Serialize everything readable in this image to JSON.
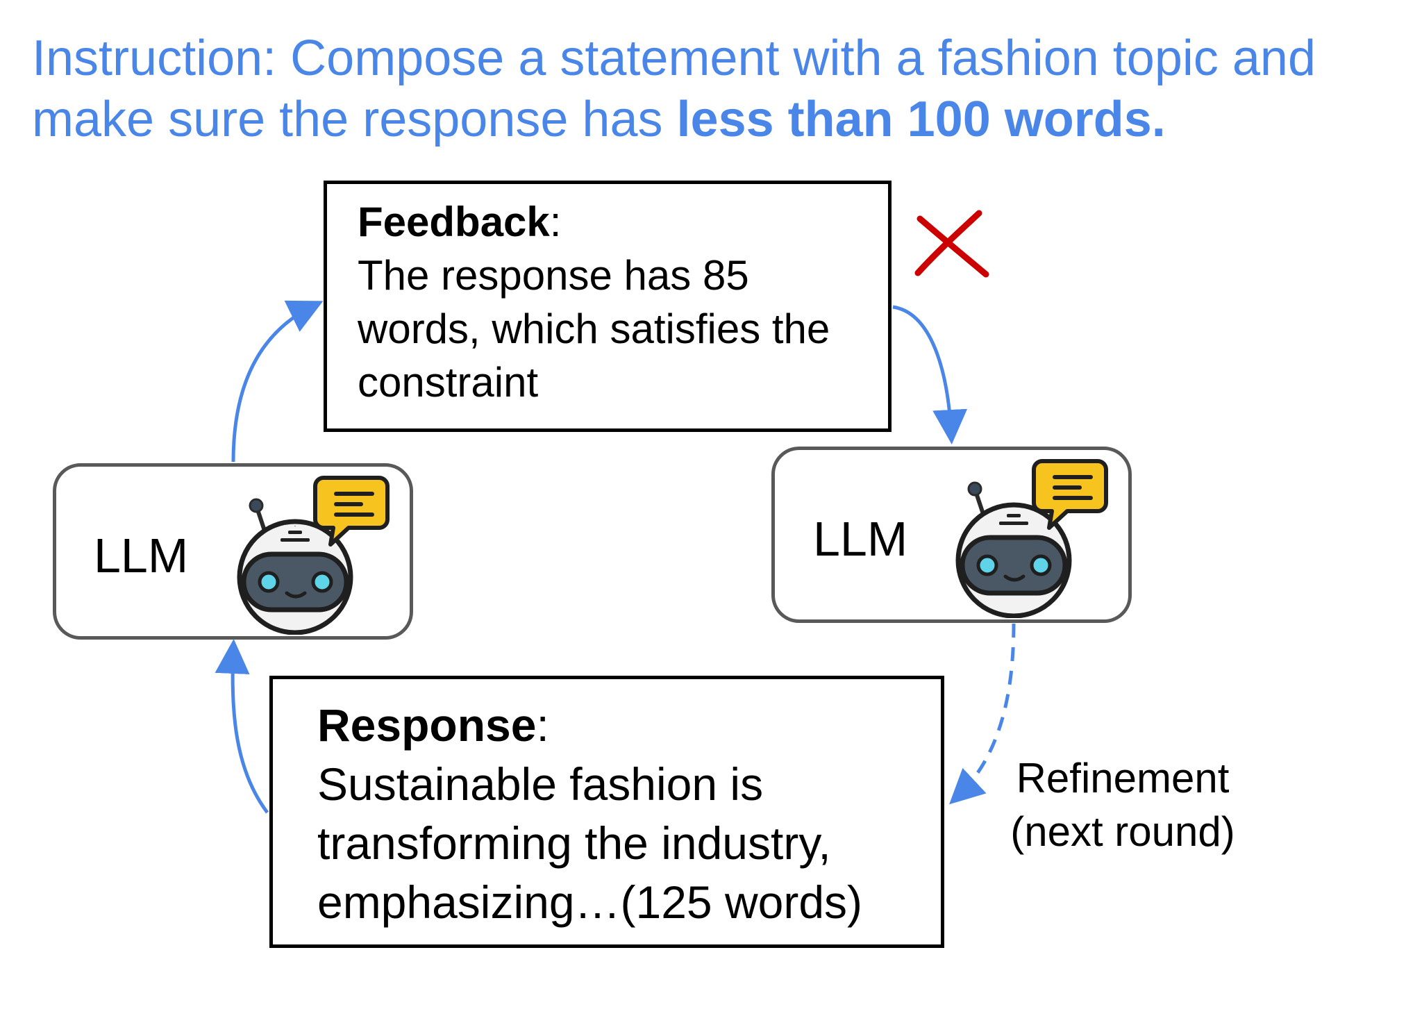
{
  "instruction": {
    "prefix": "Instruction: Compose a statement with a fashion topic and make sure the response has ",
    "emphasis": "less than 100 words."
  },
  "feedback": {
    "heading": "Feedback",
    "colon": ":",
    "body": "The response has 85 words, which satisfies the constraint",
    "verdict_icon": "red-x-mark"
  },
  "llm_left": {
    "label": "LLM",
    "icon": "chatbot-robot"
  },
  "llm_right": {
    "label": "LLM",
    "icon": "chatbot-robot"
  },
  "response": {
    "heading": "Response",
    "colon": ":",
    "body": "Sustainable fashion is transforming the industry, emphasizing…(125 words)"
  },
  "refinement": {
    "line1": "Refinement",
    "line2": "(next round)"
  },
  "colors": {
    "accent_blue": "#4a86e8",
    "x_red": "#cc0000",
    "bubble_yellow": "#f7c31e"
  }
}
